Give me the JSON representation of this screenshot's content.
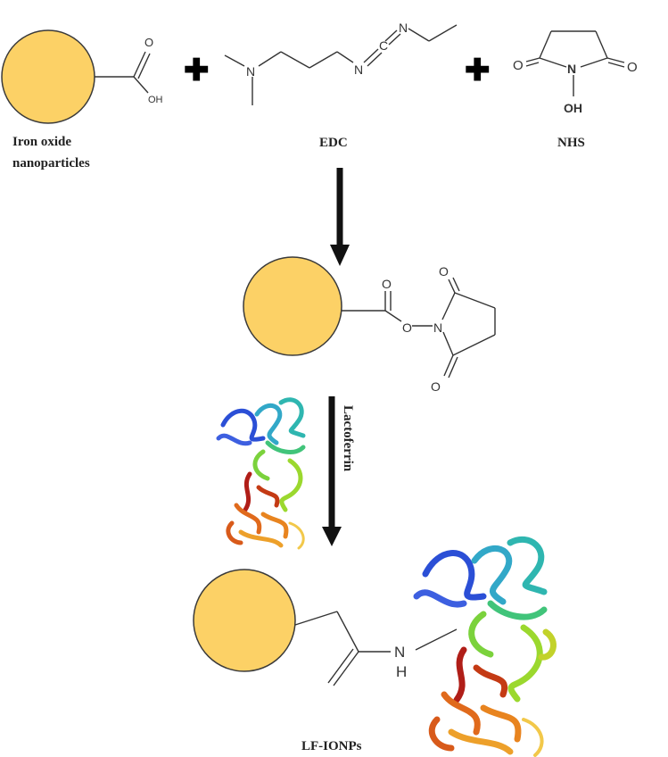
{
  "colors": {
    "nanoparticle_fill": "#fcd166",
    "nanoparticle_stroke": "#3a3a3a",
    "bond": "#333333",
    "arrow": "#111111",
    "label": "#222222"
  },
  "reactants": {
    "iron_oxide_label_line1": "Iron oxide",
    "iron_oxide_label_line2": "nanoparticles",
    "edc_label": "EDC",
    "nhs_label": "NHS",
    "plus_symbol": "✚"
  },
  "atoms": {
    "carboxyl_O": "O",
    "carboxyl_OH": "OH",
    "edc_N_amine": "N",
    "edc_N_imine": "N",
    "edc_C": "C",
    "edc_N_terminal": "N",
    "nhs_O_left": "O",
    "nhs_O_right": "O",
    "nhs_N": "N",
    "nhs_OH": "OH",
    "ester_O_top": "O",
    "ester_O_link": "O",
    "ester_N": "N",
    "ester_O_bottom": "O",
    "amide_N": "N",
    "amide_H": "H"
  },
  "steps": {
    "step2_reagent": "Lactoferrin"
  },
  "product": {
    "label": "LF-IONPs"
  },
  "icons": {
    "protein_small": "lactoferrin-protein-ribbon-icon",
    "protein_large": "lactoferrin-protein-ribbon-icon"
  }
}
